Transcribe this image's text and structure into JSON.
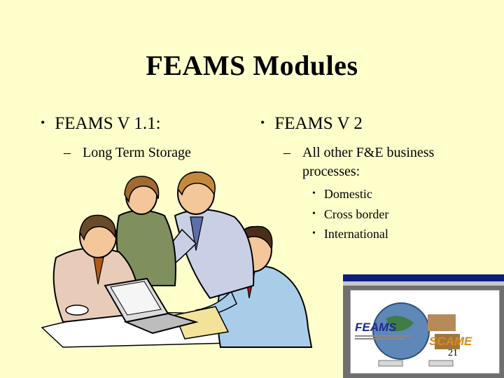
{
  "slide": {
    "title": "FEAMS Modules",
    "left_column": {
      "heading": "FEAMS V 1.1:",
      "sub_items": [
        "Long Term Storage"
      ]
    },
    "right_column": {
      "heading": "FEAMS V 2",
      "sub_item": "All other F&E business processes:",
      "bullets": [
        "Domestic",
        "Cross border",
        "International"
      ]
    },
    "bullet_char": "•",
    "dash_char": "–",
    "page_number": "21",
    "screenshot_logo": {
      "feams": "FEAMS",
      "scame": "SCAME"
    }
  },
  "colors": {
    "background": "#FFFFCC",
    "text": "#000000",
    "window_title_bar": "#0B1F7A",
    "feams_logo": "#1E2B8F",
    "scame_logo": "#D98A1E"
  },
  "icons": [
    "people-at-laptop-clipart",
    "feams-app-screenshot"
  ]
}
